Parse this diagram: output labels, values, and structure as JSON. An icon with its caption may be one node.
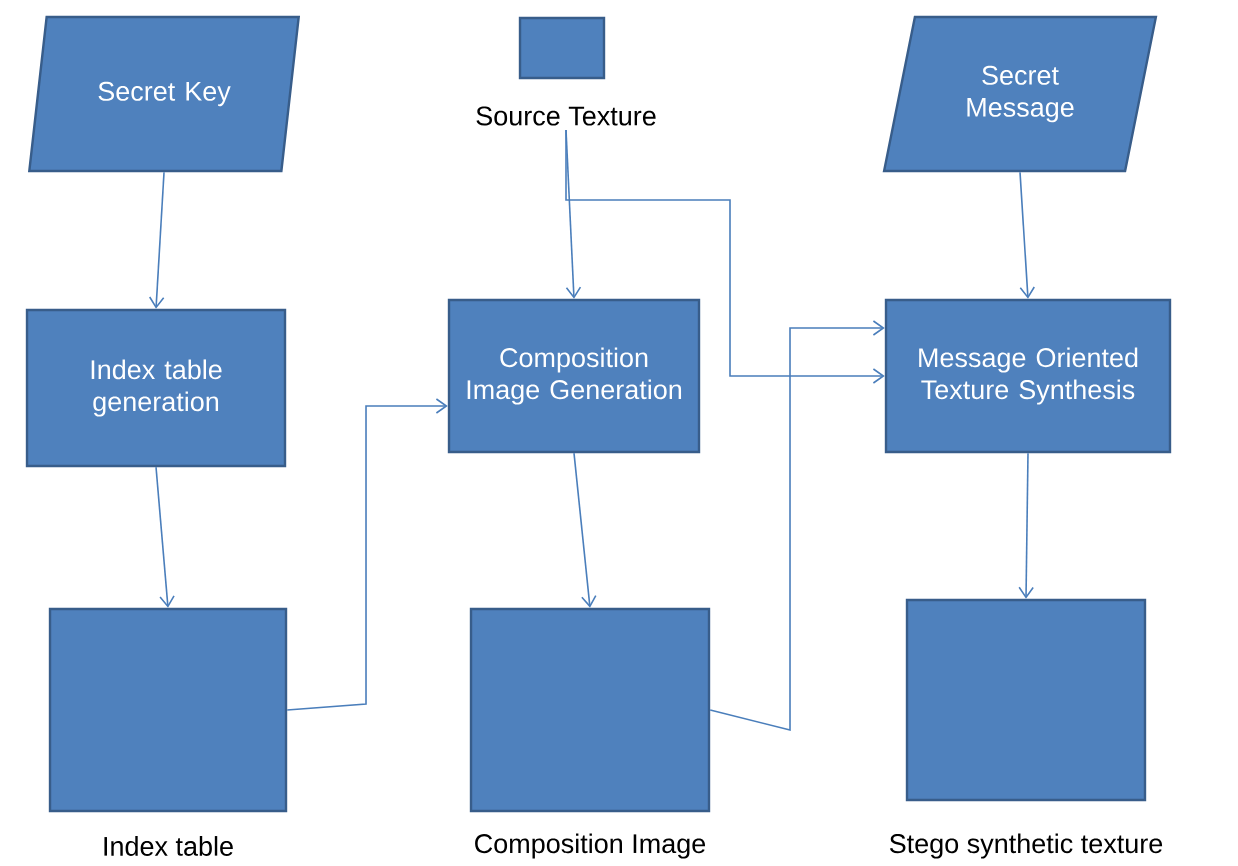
{
  "diagram": {
    "nodes": [
      {
        "text": [
          "Secret Key"
        ]
      },
      {
        "text": [
          "Source Texture"
        ]
      },
      {
        "text": [
          "Secret Message"
        ]
      },
      {
        "text": [
          "Index table generation"
        ]
      },
      {
        "text": [
          "Composition Image Generation"
        ]
      },
      {
        "text": [
          "Message Oriented Texture Synthesis"
        ]
      },
      {
        "text": [
          "Index table"
        ]
      },
      {
        "text": [
          "Composition Image"
        ]
      },
      {
        "text": [
          "Stego synthetic texture"
        ]
      }
    ],
    "edges": [
      {
        "from": 0,
        "to": 3,
        "arrow": "to"
      },
      {
        "from": 1,
        "to": 4,
        "arrow": "to"
      },
      {
        "from": 1,
        "to": 5,
        "arrow": "to"
      },
      {
        "from": 2,
        "to": 5,
        "arrow": "to"
      },
      {
        "from": 3,
        "to": 6,
        "arrow": "to"
      },
      {
        "from": 4,
        "to": 7,
        "arrow": "to"
      },
      {
        "from": 5,
        "to": 8,
        "arrow": "to"
      },
      {
        "from": 6,
        "to": 4,
        "arrow": "to"
      },
      {
        "from": 7,
        "to": 5,
        "arrow": "to"
      }
    ]
  }
}
